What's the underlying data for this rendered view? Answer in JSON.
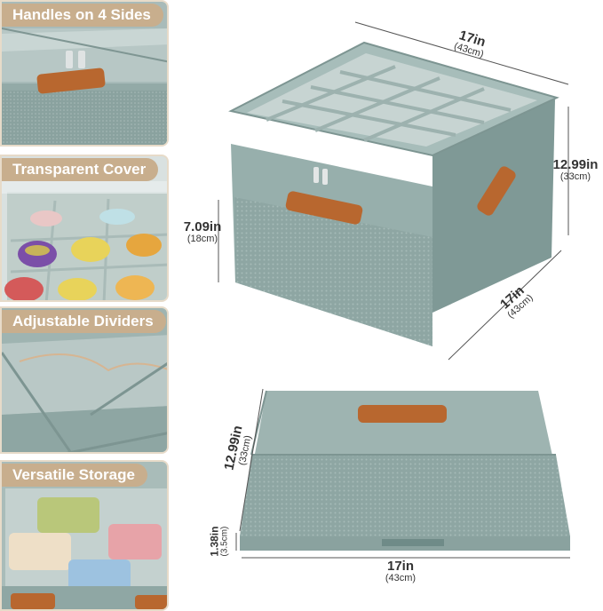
{
  "panels": [
    {
      "label": "Handles on 4 Sides"
    },
    {
      "label": "Transparent Cover"
    },
    {
      "label": "Adjustable Dividers"
    },
    {
      "label": "Versatile Storage"
    }
  ],
  "dimensions": {
    "top_width": {
      "in": "17in",
      "cm": "(43cm)"
    },
    "height_right": {
      "in": "12.99in",
      "cm": "(33cm)"
    },
    "lid_height": {
      "in": "7.09in",
      "cm": "(18cm)"
    },
    "depth": {
      "in": "17in",
      "cm": "(43cm)"
    },
    "folded_side": {
      "in": "12.99in",
      "cm": "(33cm)"
    },
    "folded_thickness": {
      "in": "1.38in",
      "cm": "(3.5cm)"
    },
    "folded_width": {
      "in": "17in",
      "cm": "(43cm)"
    }
  },
  "colors": {
    "fabric": "#8fa7a4",
    "fabric_dark": "#6f8b88",
    "fabric_light": "#b9c9c7",
    "handle": "#b8672f",
    "badge": "#c8ae8d",
    "badge_border": "#e7dbc9"
  }
}
